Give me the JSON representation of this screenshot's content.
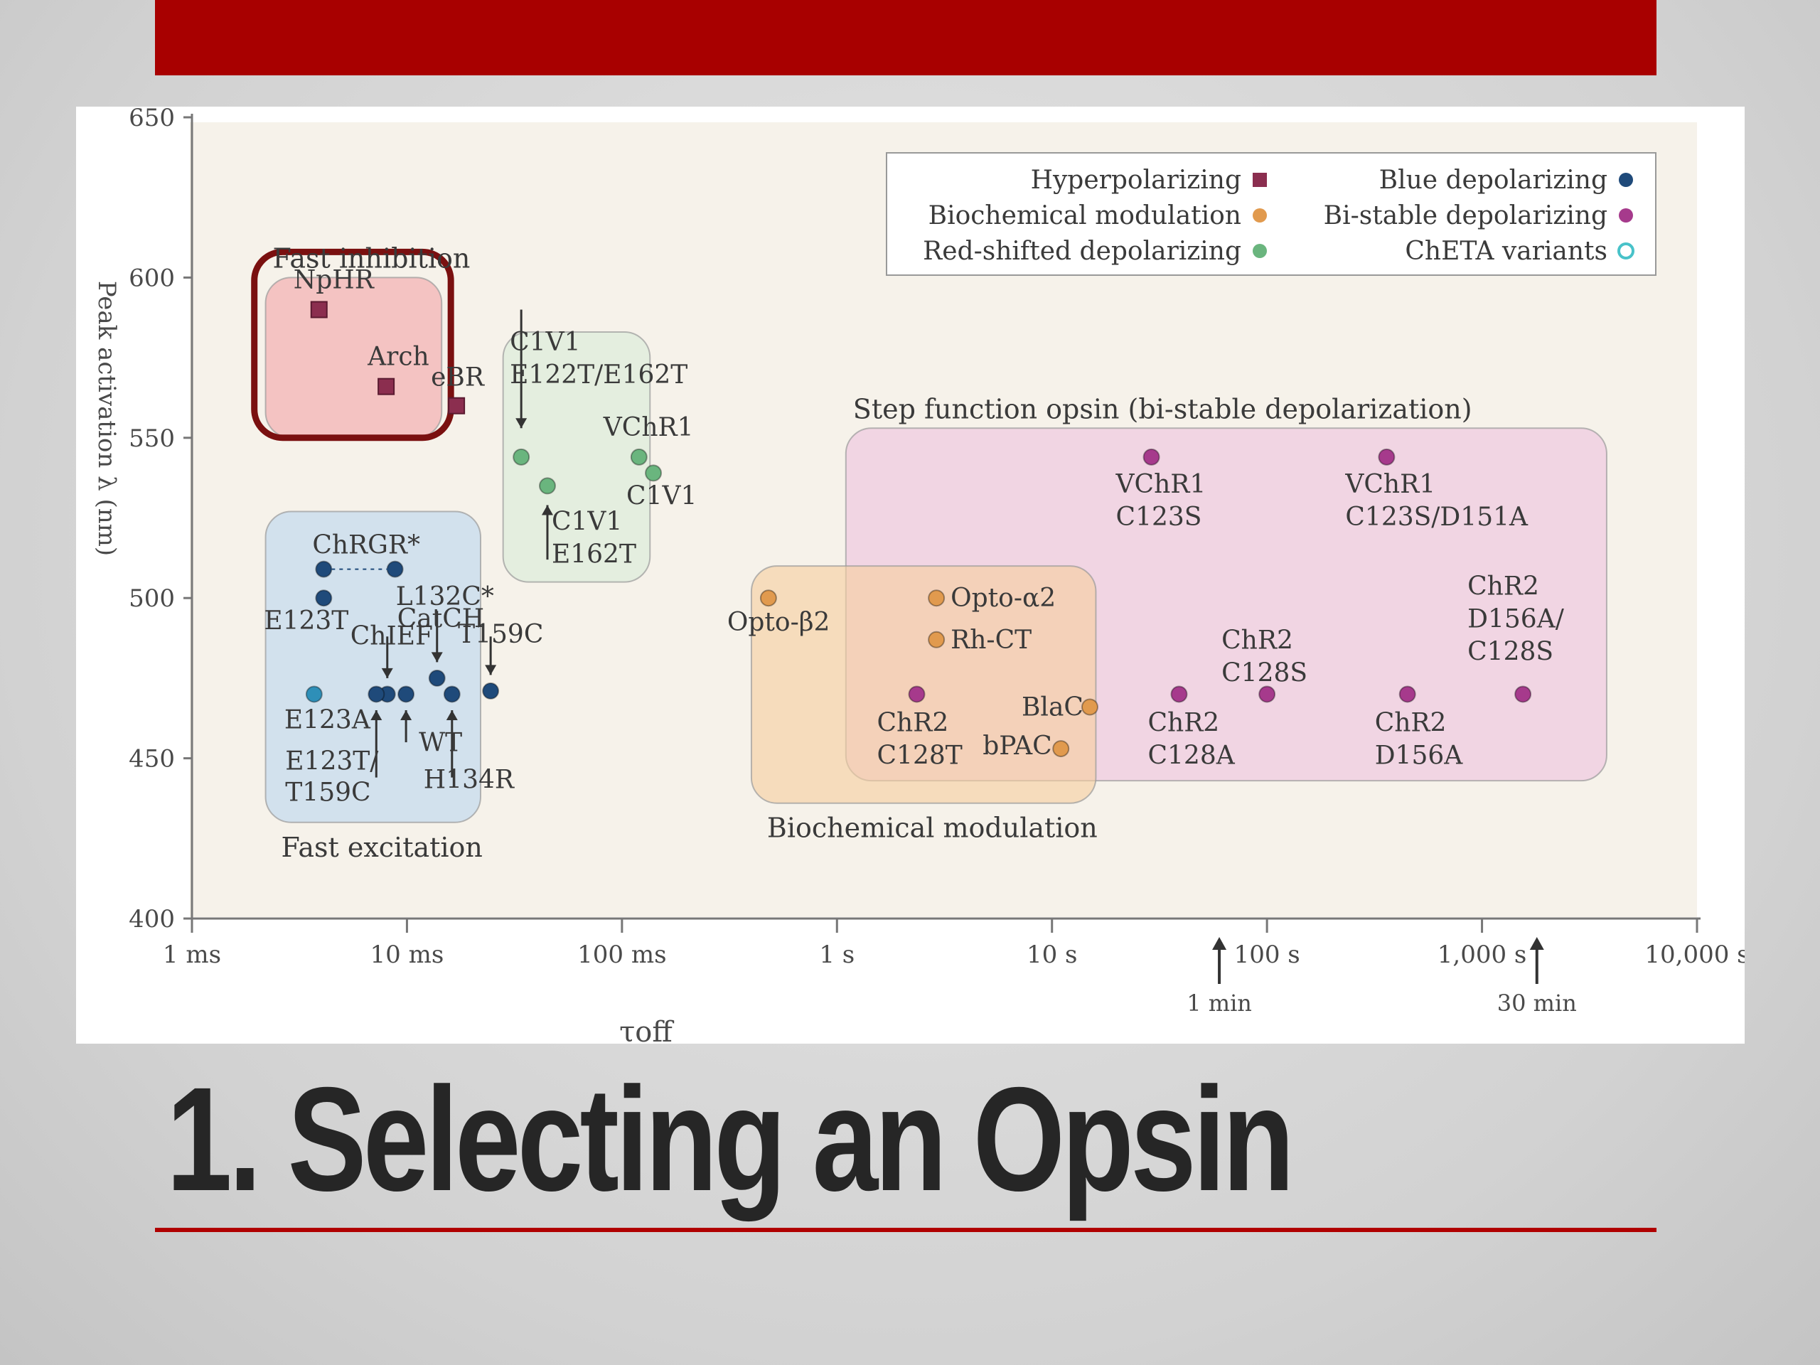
{
  "slide": {
    "title": "1. Selecting an Opsin",
    "top_bar_color": "#a80000",
    "rule_color": "#b00000"
  },
  "chart_data": {
    "type": "scatter",
    "title": "",
    "xlabel": "τoff",
    "ylabel": "Peak activation λ (nm)",
    "x_scale": "log",
    "xlim_s": [
      0.001,
      10000
    ],
    "x_ticks": [
      {
        "value": 0.001,
        "label": "1 ms"
      },
      {
        "value": 0.01,
        "label": "10 ms"
      },
      {
        "value": 0.1,
        "label": "100 ms"
      },
      {
        "value": 1,
        "label": "1 s"
      },
      {
        "value": 10,
        "label": "10 s"
      },
      {
        "value": 100,
        "label": "100 s"
      },
      {
        "value": 1000,
        "label": "1,000 s"
      },
      {
        "value": 10000,
        "label": "10,000 s"
      }
    ],
    "ylim": [
      400,
      650
    ],
    "y_ticks": [
      {
        "value": 400,
        "label": "400"
      },
      {
        "value": 450,
        "label": "450"
      },
      {
        "value": 500,
        "label": "500"
      },
      {
        "value": 550,
        "label": "550"
      },
      {
        "value": 600,
        "label": "600"
      },
      {
        "value": 650,
        "label": "650"
      }
    ],
    "time_markers": [
      {
        "value": 60,
        "label": "1 min"
      },
      {
        "value": 1800,
        "label": "30 min"
      }
    ],
    "legend": {
      "position": "top-right",
      "entries": [
        {
          "name": "Hyperpolarizing",
          "color": "#8b2e4f",
          "shape": "square"
        },
        {
          "name": "Biochemical modulation",
          "color": "#e19a4e",
          "shape": "circle"
        },
        {
          "name": "Red-shifted depolarizing",
          "color": "#6ab57e",
          "shape": "circle"
        },
        {
          "name": "Blue depolarizing",
          "color": "#1f4a7a",
          "shape": "circle"
        },
        {
          "name": "Bi-stable depolarizing",
          "color": "#a63a8c",
          "shape": "circle"
        },
        {
          "name": "ChETA variants",
          "color": "#48c2c9",
          "shape": "ring"
        }
      ]
    },
    "regions": [
      {
        "name": "Fast inhibition",
        "x": [
          0.0022,
          0.0145
        ],
        "y": [
          550,
          600
        ],
        "color": "#f2a7aa",
        "label_pos": "top"
      },
      {
        "name": "",
        "x": [
          0.028,
          0.135
        ],
        "y": [
          505,
          583
        ],
        "color": "#d8ecd8",
        "label_pos": "none"
      },
      {
        "name": "Step function opsin (bi-stable depolarization)",
        "x": [
          1.1,
          3800
        ],
        "y": [
          443,
          553
        ],
        "color": "#eec4df",
        "label_pos": "top"
      },
      {
        "name": "Biochemical modulation",
        "x": [
          0.4,
          16
        ],
        "y": [
          436,
          510
        ],
        "color": "#f6cf9f",
        "label_pos": "bottom"
      },
      {
        "name": "Fast excitation",
        "x": [
          0.0022,
          0.022
        ],
        "y": [
          430,
          527
        ],
        "color": "#bcd6ef",
        "label_pos": "bottom"
      }
    ],
    "highlight_box": {
      "x": [
        0.00195,
        0.016
      ],
      "y": [
        550,
        608
      ],
      "color": "#7a1010"
    },
    "series": [
      {
        "name": "Hyperpolarizing",
        "marker": "square",
        "color": "#8b2e4f",
        "points": [
          {
            "label": "NpHR",
            "x": 0.0039,
            "y": 590
          },
          {
            "label": "Arch",
            "x": 0.008,
            "y": 566
          },
          {
            "label": "eBR",
            "x": 0.017,
            "y": 560
          }
        ]
      },
      {
        "name": "Red-shifted depolarizing",
        "marker": "circle",
        "color": "#6ab57e",
        "points": [
          {
            "label": "C1V1 E122T/E162T",
            "x": 0.034,
            "y": 544
          },
          {
            "label": "C1V1 E162T",
            "x": 0.045,
            "y": 535
          },
          {
            "label": "VChR1",
            "x": 0.12,
            "y": 544
          },
          {
            "label": "C1V1",
            "x": 0.14,
            "y": 539
          }
        ]
      },
      {
        "name": "Blue depolarizing",
        "marker": "circle",
        "color": "#1f4a7a",
        "points": [
          {
            "label": "ChRGR*",
            "x": 0.0041,
            "y": 509
          },
          {
            "label": "",
            "x": 0.0088,
            "y": 509
          },
          {
            "label": "E123T",
            "x": 0.0041,
            "y": 500
          },
          {
            "label": "CatCH",
            "x": 0.0138,
            "y": 475
          },
          {
            "label": "T159C",
            "x": 0.0245,
            "y": 471
          },
          {
            "label": "ChIEF",
            "x": 0.0081,
            "y": 470
          },
          {
            "label": "WT",
            "x": 0.0099,
            "y": 470
          },
          {
            "label": "H134R",
            "x": 0.0162,
            "y": 470
          },
          {
            "label": "E123T/T159C",
            "x": 0.0072,
            "y": 470
          }
        ]
      },
      {
        "name": "ChETA variants",
        "marker": "circle",
        "color": "#2e8fb8",
        "points": [
          {
            "label": "E123A",
            "x": 0.0037,
            "y": 470
          }
        ]
      },
      {
        "name": "Biochemical modulation",
        "marker": "circle",
        "color": "#e19a4e",
        "points": [
          {
            "label": "Opto-β2",
            "x": 0.48,
            "y": 500
          },
          {
            "label": "Opto-α2",
            "x": 2.9,
            "y": 500
          },
          {
            "label": "Rh-CT",
            "x": 2.9,
            "y": 487
          },
          {
            "label": "BlaC",
            "x": 15,
            "y": 466
          },
          {
            "label": "bPAC",
            "x": 11,
            "y": 453
          }
        ]
      },
      {
        "name": "Bi-stable depolarizing",
        "marker": "circle",
        "color": "#a63a8c",
        "points": [
          {
            "label": "VChR1 C123S",
            "x": 29,
            "y": 544
          },
          {
            "label": "VChR1 C123S/D151A",
            "x": 360,
            "y": 544
          },
          {
            "label": "ChR2 C128T",
            "x": 2.35,
            "y": 470
          },
          {
            "label": "ChR2 C128A",
            "x": 39,
            "y": 470
          },
          {
            "label": "ChR2 C128S",
            "x": 100,
            "y": 470
          },
          {
            "label": "ChR2 D156A",
            "x": 450,
            "y": 470
          },
          {
            "label": "ChR2 D156A/C128S",
            "x": 1550,
            "y": 470
          }
        ]
      }
    ],
    "annotations": [
      "L132C*"
    ]
  }
}
